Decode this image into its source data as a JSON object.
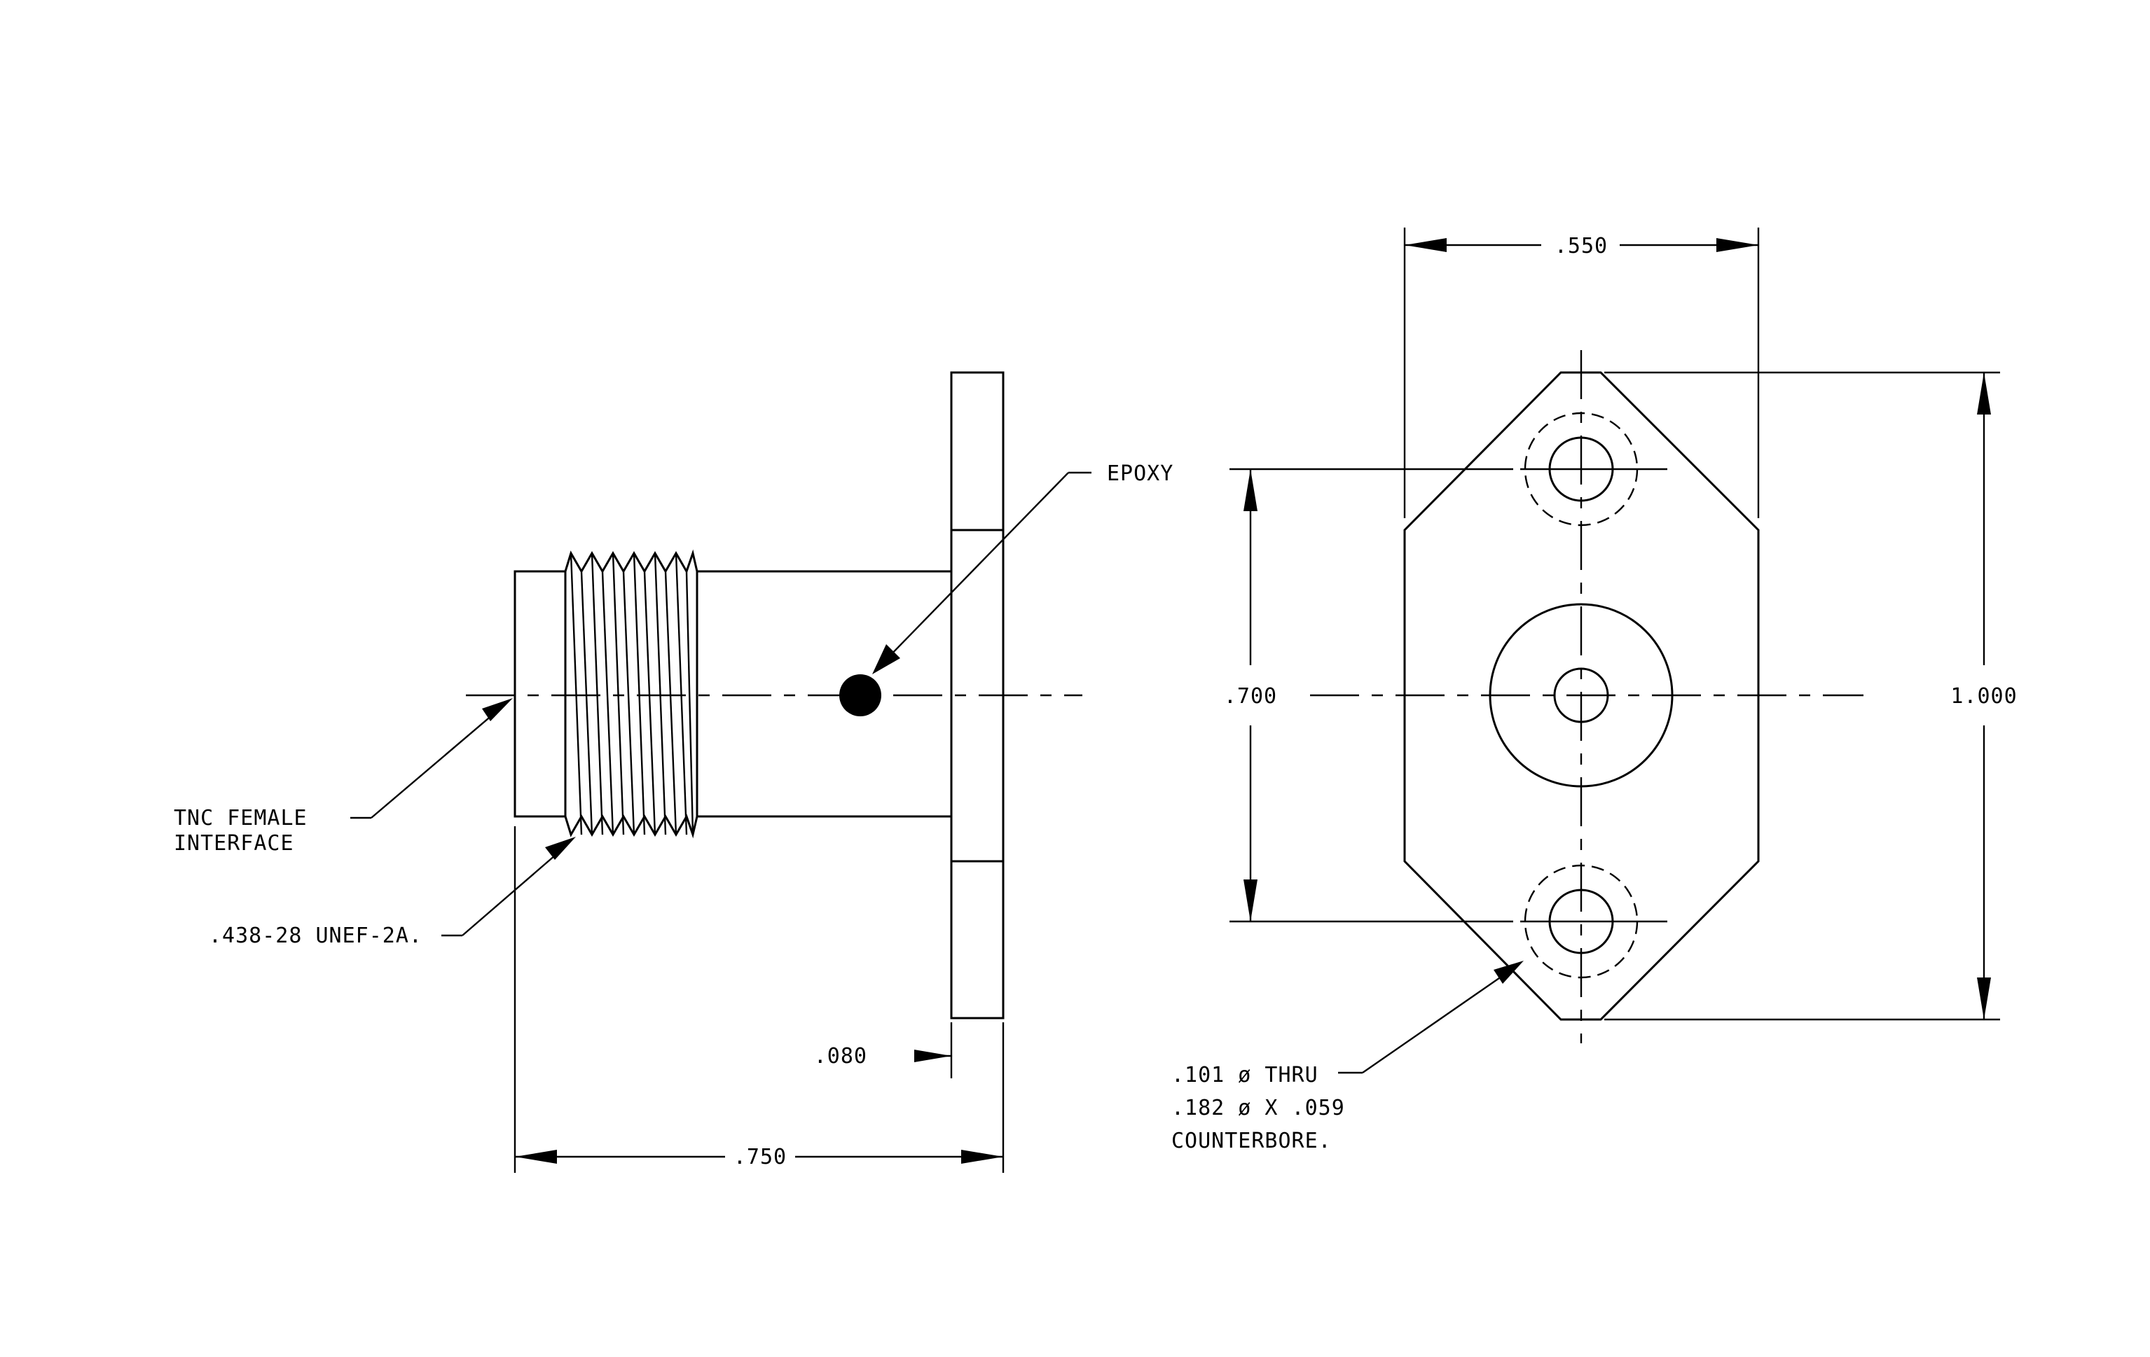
{
  "dimensions": {
    "overall_length": ".750",
    "flange_thickness": ".080",
    "flange_width": ".550",
    "hole_spacing": ".700",
    "flange_height": "1.000"
  },
  "callouts": {
    "epoxy": "EPOXY",
    "interface_line1": "TNC  FEMALE",
    "interface_line2": "INTERFACE",
    "thread": ".438-28  UNEF-2A.",
    "hole_line1": ".101  ø  THRU",
    "hole_line2": ".182  ø  X  .059",
    "hole_line3": "COUNTERBORE."
  }
}
